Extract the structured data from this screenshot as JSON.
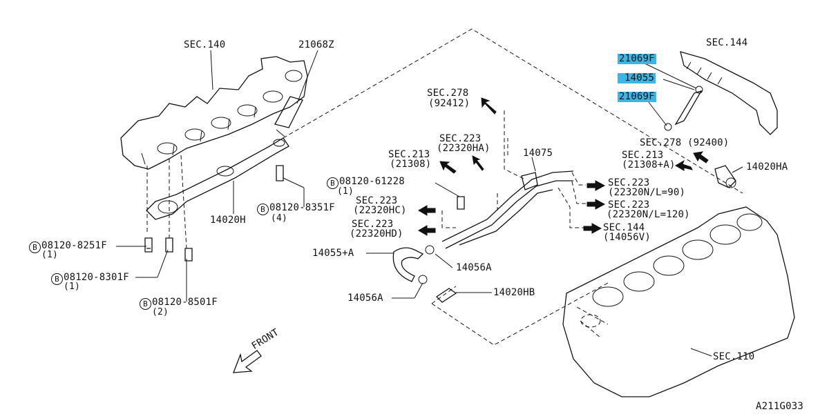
{
  "callouts": {
    "sec140": "SEC.140",
    "p21068z": "21068Z",
    "sec144_top": "SEC.144",
    "p21069f_a": "21069F",
    "p14055": "14055",
    "p21069f_b": "21069F",
    "sec278_top": "SEC.278",
    "sec278_top_sub": "(92412)",
    "sec223_ha": "SEC.223",
    "sec223_ha_sub": "(22320HA)",
    "p14075": "14075",
    "sec213_left": "SEC.213",
    "sec213_left_sub": "(21308)",
    "sec278_right": "SEC.278 (92400)",
    "sec213_right": "SEC.213",
    "sec213_right_sub": "(21308+A)",
    "p14020ha": "14020HA",
    "bolt_61228": "08120-61228",
    "bolt_61228_qty": "(1)",
    "sec223_hc": "SEC.223",
    "sec223_hc_sub": "(22320HC)",
    "sec223_hd": "SEC.223",
    "sec223_hd_sub": "(22320HD)",
    "sec223_n90": "SEC.223",
    "sec223_n90_sub": "(22320N/L=90)",
    "sec223_n120": "SEC.223",
    "sec223_n120_sub": "(22320N/L=120)",
    "sec144_right": "SEC.144",
    "sec144_right_sub": "(14056V)",
    "bolt_8351": "08120-8351F",
    "bolt_8351_qty": "(4)",
    "p14020h": "14020H",
    "bolt_8251": "08120-8251F",
    "bolt_8251_qty": "(1)",
    "bolt_8301": "08120-8301F",
    "bolt_8301_qty": "(1)",
    "bolt_8501": "08120-8501F",
    "bolt_8501_qty": "(2)",
    "p14055a": "14055+A",
    "p14056a_r": "14056A",
    "p14056a_l": "14056A",
    "p14020hb": "14020HB",
    "front": "FRONT",
    "sec110": "SEC.110",
    "figure_code": "A211G033"
  },
  "bolt_symbol": "B",
  "highlight_color": "#39b5e6",
  "highlighted_parts": [
    "21069F",
    "14055",
    "21069F"
  ]
}
